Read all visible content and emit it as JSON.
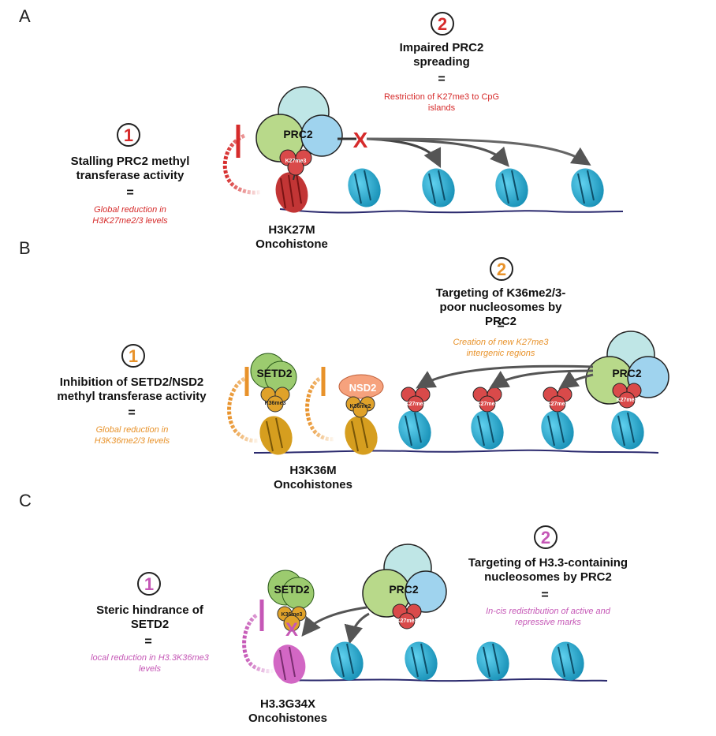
{
  "colors": {
    "red": "#d62b2b",
    "orange": "#e8922a",
    "magenta": "#c557b6",
    "nucleosome": "#2aa9cf",
    "mark": "#d94a4a",
    "k36": "#e0a22a",
    "dna": "#2b2a6e"
  },
  "panelA": {
    "letter": "A",
    "step1": {
      "num": "1",
      "title": "Stalling PRC2 methyl transferase activity",
      "eq": "=",
      "note": "Global reduction in H3K27me2/3 levels"
    },
    "step2": {
      "num": "2",
      "title": "Impaired PRC2 spreading",
      "eq": "=",
      "note": "Restriction of K27me3 to CpG islands"
    },
    "complex": "PRC2",
    "mark": "K27me3",
    "oncohistone": "H3K27M Oncohistone",
    "block": "X"
  },
  "panelB": {
    "letter": "B",
    "step1": {
      "num": "1",
      "title": "Inhibition of SETD2/NSD2 methyl transferase activity",
      "eq": "=",
      "note": "Global reduction in H3K36me2/3 levels"
    },
    "step2": {
      "num": "2",
      "title": "Targeting of K36me2/3-poor nucleosomes by PRC2",
      "eq": "=",
      "note": "Creation of new K27me3 intergenic regions"
    },
    "setd2": "SETD2",
    "nsd2": "NSD2",
    "k36me3": "K36me3",
    "k36me2": "K36me2",
    "mark": "K27me3",
    "complex": "PRC2",
    "oncohistone": "H3K36M Oncohistones"
  },
  "panelC": {
    "letter": "C",
    "step1": {
      "num": "1",
      "title": "Steric hindrance of SETD2",
      "eq": "=",
      "note": "local reduction in H3.3K36me3 levels"
    },
    "step2": {
      "num": "2",
      "title": "Targeting of H3.3-containing nucleosomes by PRC2",
      "eq": "=",
      "note": "In-cis redistribution of active and repressive marks"
    },
    "setd2": "SETD2",
    "k36me3": "K36me3",
    "complex": "PRC2",
    "mark": "K27me3",
    "block": "X",
    "oncohistone": "H3.3G34X Oncohistones"
  }
}
